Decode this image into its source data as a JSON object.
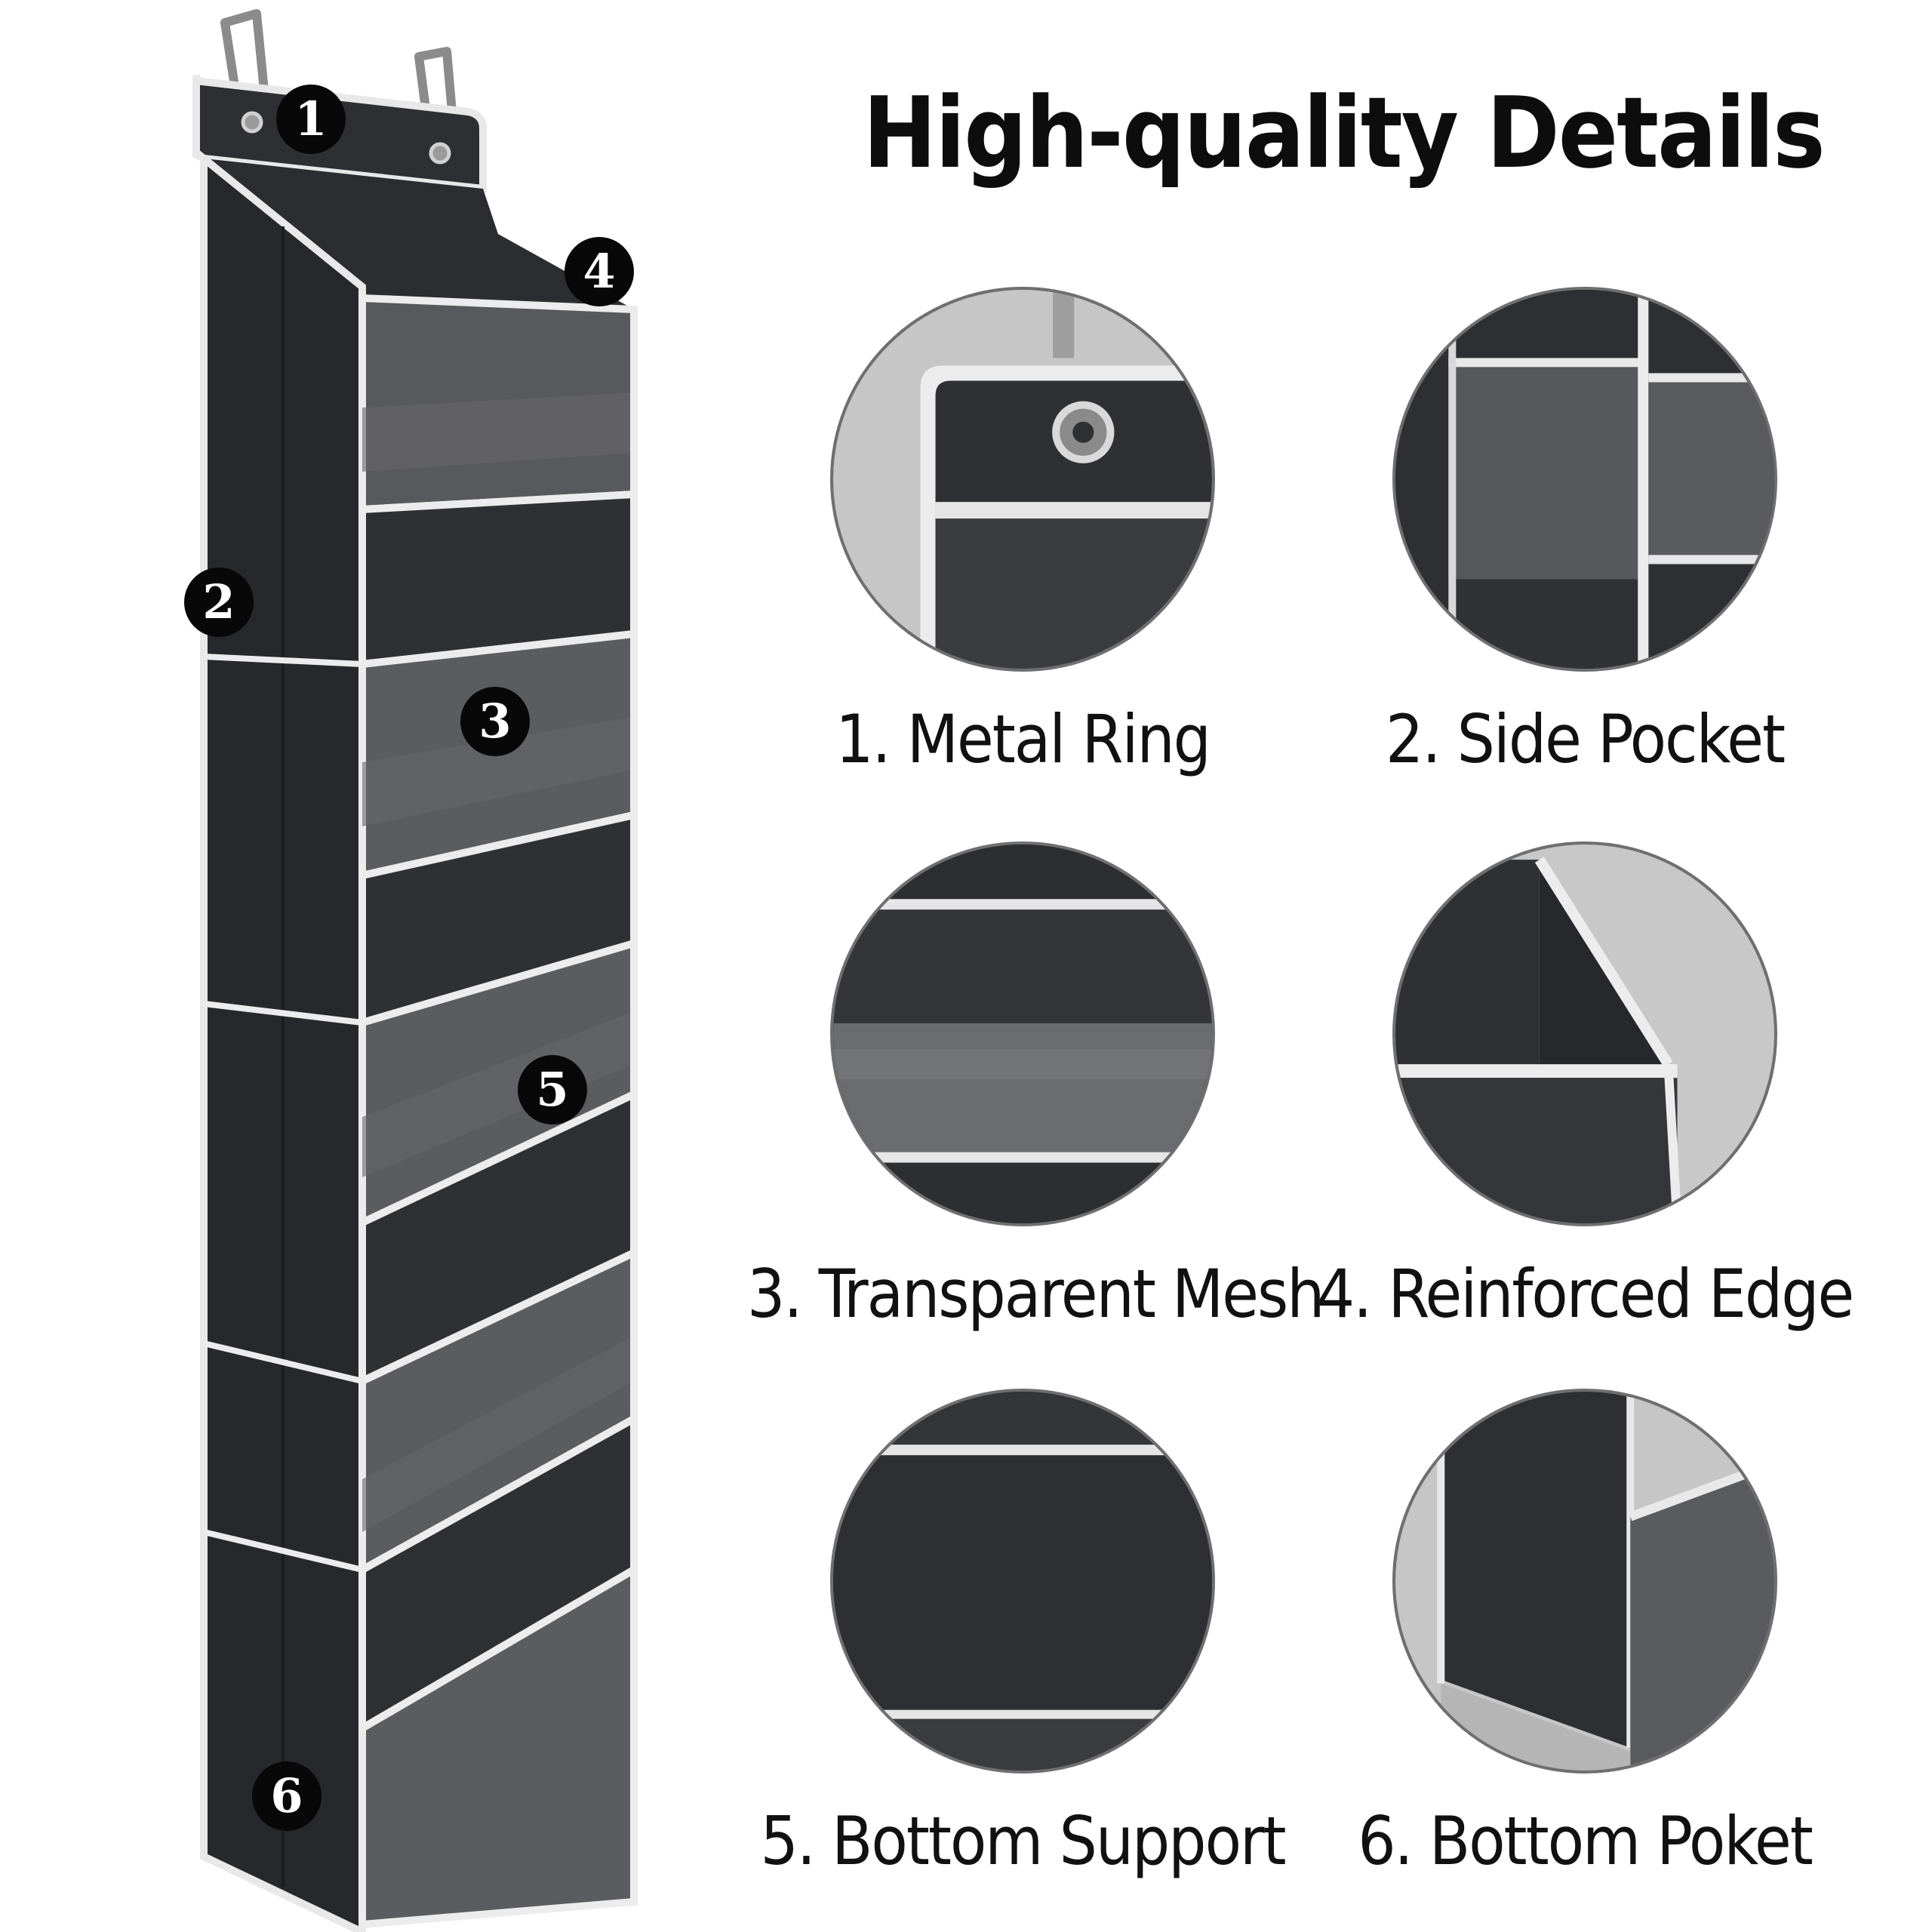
{
  "header": {
    "title": "High-quality Details"
  },
  "markers": [
    "1",
    "2",
    "3",
    "4",
    "5",
    "6"
  ],
  "features": [
    {
      "caption": "1. Metal Ring",
      "icon": "metal-ring-closeup"
    },
    {
      "caption": "2. Side Pocket",
      "icon": "side-pocket-closeup"
    },
    {
      "caption": "3. Transparent Mesh",
      "icon": "transparent-mesh-closeup"
    },
    {
      "caption": "4. Reinforced Edge",
      "icon": "reinforced-edge-closeup"
    },
    {
      "caption": "5. Bottom Support",
      "icon": "bottom-support-closeup"
    },
    {
      "caption": "6. Bottom Poket",
      "icon": "bottom-pocket-closeup"
    }
  ],
  "colors": {
    "fabric_dark": "#2a2c30",
    "fabric_mid": "#555759",
    "mesh_gray": "#707174",
    "trim_white": "#ececec",
    "marker_black": "#080808",
    "circle_border": "#6f6f6f"
  }
}
